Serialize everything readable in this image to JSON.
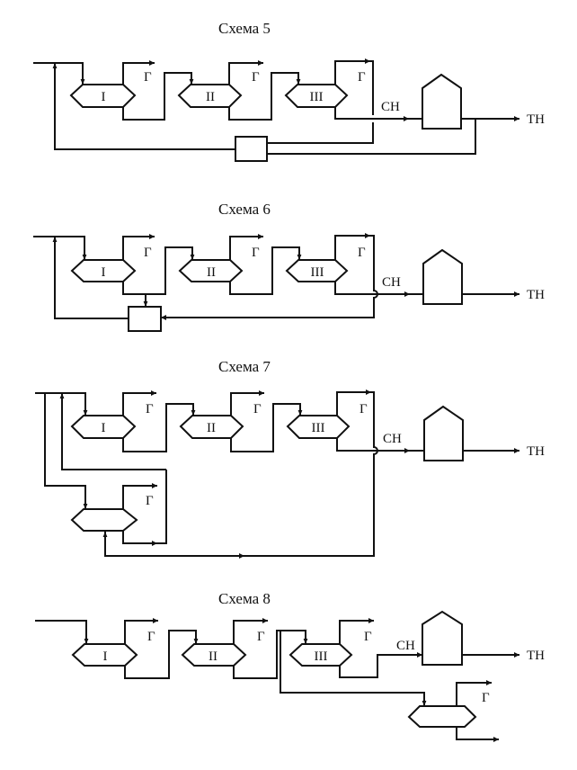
{
  "schemes": [
    {
      "title": "Схема 5",
      "columns": [
        "I",
        "II",
        "III"
      ],
      "gas_label": "Г",
      "light_label": "СН",
      "heavy_label": "ТН",
      "features": [
        "recycle mixer fed by СН stream and ТН stream",
        "recycle to feed inlet"
      ]
    },
    {
      "title": "Схема 6",
      "columns": [
        "I",
        "II",
        "III"
      ],
      "gas_label": "Г",
      "light_label": "СН",
      "heavy_label": "ТН",
      "features": [
        "mixer fed by column I bottoms and СН stream",
        "recycle to feed inlet"
      ]
    },
    {
      "title": "Схема 7",
      "columns": [
        "I",
        "II",
        "III"
      ],
      "gas_label": "Г",
      "light_label": "СН",
      "heavy_label": "ТН",
      "features": [
        "parallel separator fed by split feed and СН stream",
        "separator bottoms recycled to feed"
      ]
    },
    {
      "title": "Схема 8",
      "columns": [
        "I",
        "II",
        "III"
      ],
      "gas_label": "Г",
      "light_label": "СН",
      "heavy_label": "ТН",
      "features": [
        "column II bottoms split to additional separator with gas outlet and bottoms outlet"
      ]
    }
  ]
}
